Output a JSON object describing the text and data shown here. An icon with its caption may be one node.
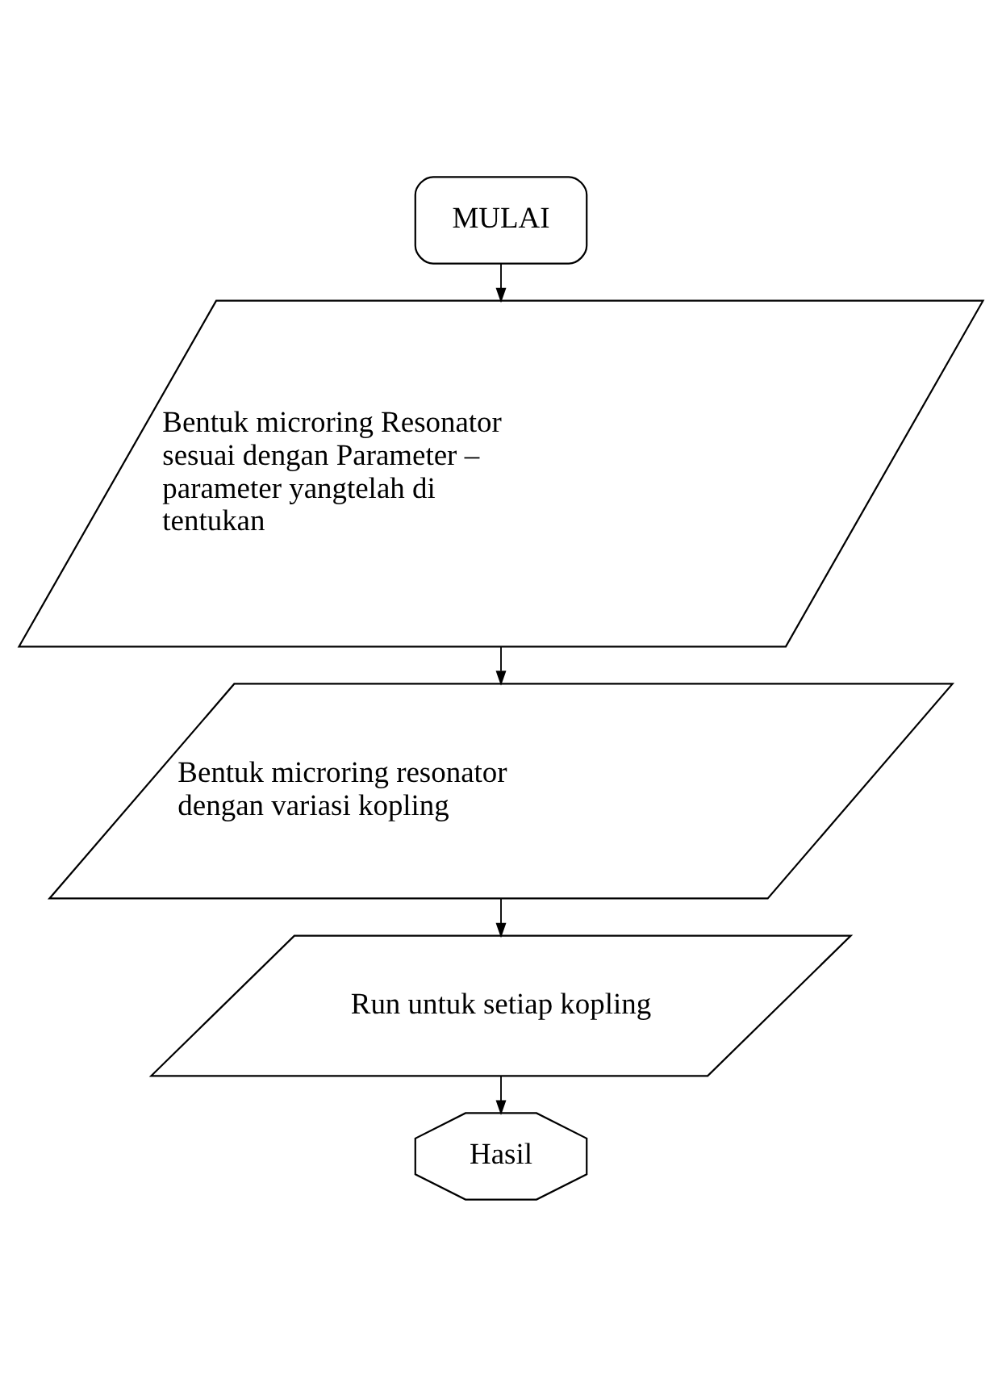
{
  "diagram": {
    "nodes": [
      {
        "text": [
          "MULAI"
        ]
      },
      {
        "text": [
          "Bentuk microring Resonator sesuai dengan Parameter – parameter yangtelah di tentukan"
        ]
      },
      {
        "text": [
          "Bentuk microring resonator dengan variasi kopling"
        ]
      },
      {
        "text": [
          "Run untuk setiap kopling"
        ]
      },
      {
        "text": [
          "Hasil"
        ]
      }
    ],
    "edges": [
      {
        "from": 0,
        "to": 1,
        "arrow": "to"
      },
      {
        "from": 1,
        "to": 2,
        "arrow": "to"
      },
      {
        "from": 2,
        "to": 3,
        "arrow": "to"
      },
      {
        "from": 3,
        "to": 4,
        "arrow": "to"
      }
    ]
  }
}
